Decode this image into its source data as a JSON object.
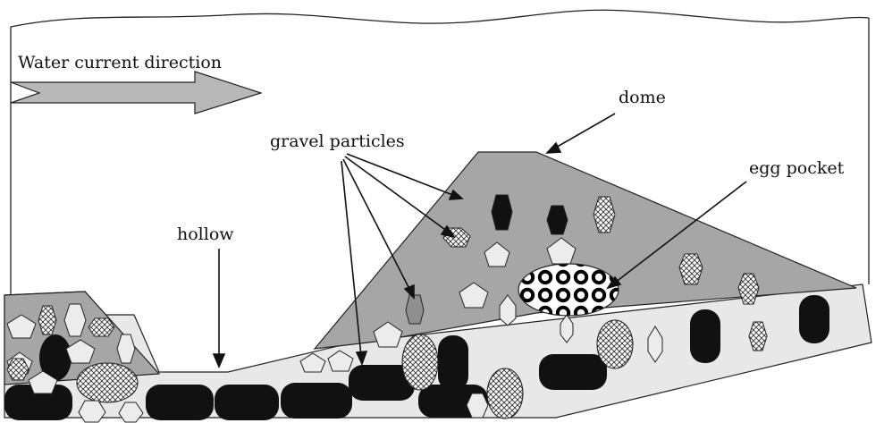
{
  "labels": {
    "water_current": "Water current direction",
    "dome": "dome",
    "gravel": "gravel particles",
    "egg_pocket": "egg pocket",
    "hollow": "hollow"
  },
  "colors": {
    "dome_fill": "#a6a6a6",
    "bed_fill": "#e8e8e8",
    "arrow_fill": "#b8b8b8",
    "dark_rock": "#111111",
    "light_rock": "#ececec",
    "outline": "#222222"
  }
}
